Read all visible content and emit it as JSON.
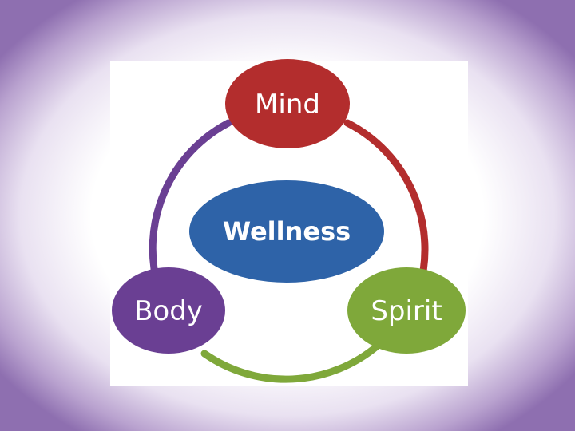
{
  "diagram": {
    "center": {
      "label": "Wellness",
      "color": "#2e63a8"
    },
    "nodes": [
      {
        "id": "mind",
        "label": "Mind",
        "color": "#b32d2d"
      },
      {
        "id": "spirit",
        "label": "Spirit",
        "color": "#7fa83a"
      },
      {
        "id": "body",
        "label": "Body",
        "color": "#6a3f93"
      }
    ],
    "arcs": [
      {
        "from": "mind",
        "to": "spirit",
        "color": "#b32d2d"
      },
      {
        "from": "spirit",
        "to": "body",
        "color": "#7fa83a"
      },
      {
        "from": "body",
        "to": "mind",
        "color": "#6a3f93"
      }
    ]
  },
  "background": {
    "edge_color": "#8e6fb0",
    "center_color": "#ffffff"
  }
}
